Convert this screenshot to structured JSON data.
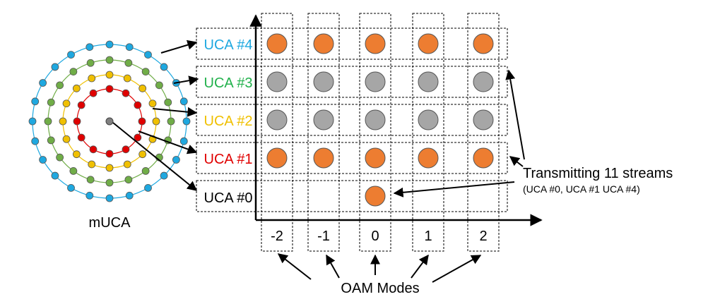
{
  "figure": {
    "array_label": "mUCA",
    "uca_labels": [
      {
        "text": "UCA #4",
        "color": "#1ea8e0"
      },
      {
        "text": "UCA #3",
        "color": "#22b14c"
      },
      {
        "text": "UCA #2",
        "color": "#f0c000"
      },
      {
        "text": "UCA #1",
        "color": "#e00000"
      },
      {
        "text": "UCA #0",
        "color": "#000000"
      }
    ],
    "oam_modes": [
      "-2",
      "-1",
      "0",
      "1",
      "2"
    ],
    "oam_axis_label": "OAM Modes",
    "annotation_main": "Transmitting 11 streams",
    "annotation_sub": "(UCA #0, UCA #1 UCA #4)",
    "grid_state": [
      [
        "active",
        "active",
        "active",
        "active",
        "active"
      ],
      [
        "inactive",
        "inactive",
        "inactive",
        "inactive",
        "inactive"
      ],
      [
        "inactive",
        "inactive",
        "inactive",
        "inactive",
        "inactive"
      ],
      [
        "active",
        "active",
        "active",
        "active",
        "active"
      ],
      [
        "none",
        "none",
        "active",
        "none",
        "none"
      ]
    ],
    "colors": {
      "active": "#ed7d31",
      "inactive": "#a6a6a6",
      "ring_uca4": "#1ea8e0",
      "ring_uca3": "#70ad47",
      "ring_uca2": "#f0c000",
      "ring_uca1": "#e00000",
      "center": "#808080"
    }
  }
}
